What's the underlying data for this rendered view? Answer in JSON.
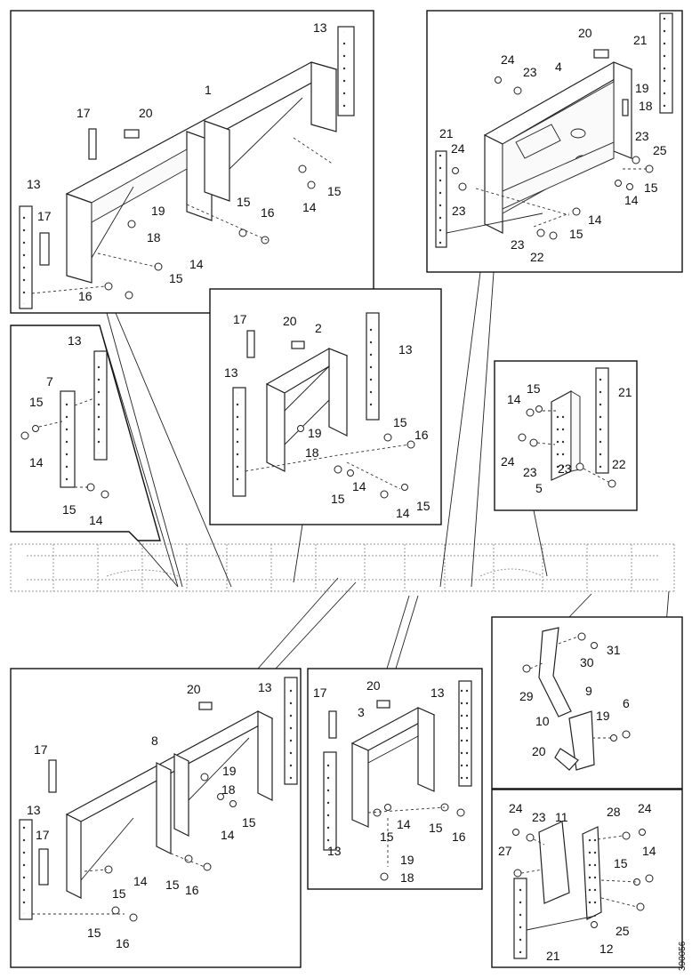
{
  "diagram_code": "390056",
  "callouts": {
    "p1": [
      "13",
      "1",
      "17",
      "20",
      "13",
      "17",
      "19",
      "18",
      "15",
      "16",
      "14",
      "15",
      "14",
      "15",
      "16"
    ],
    "p2": [
      "20",
      "21",
      "24",
      "23",
      "4",
      "19",
      "18",
      "21",
      "24",
      "23",
      "25",
      "15",
      "14",
      "23",
      "14",
      "15",
      "23",
      "22"
    ],
    "p3": [
      "13",
      "7",
      "15",
      "14",
      "15",
      "14"
    ],
    "p4": [
      "17",
      "20",
      "2",
      "13",
      "13",
      "19",
      "18",
      "15",
      "16",
      "14",
      "15",
      "14",
      "15"
    ],
    "p5": [
      "14",
      "15",
      "21",
      "24",
      "23",
      "23",
      "22",
      "5"
    ],
    "p6": [
      "31",
      "30",
      "29",
      "9",
      "10",
      "19",
      "6",
      "20"
    ],
    "p7": [
      "20",
      "13",
      "8",
      "17",
      "19",
      "18",
      "13",
      "17",
      "14",
      "15",
      "15",
      "14",
      "15",
      "16",
      "15",
      "16"
    ],
    "p8": [
      "17",
      "20",
      "13",
      "3",
      "15",
      "14",
      "15",
      "16",
      "13",
      "19",
      "18"
    ],
    "p9": [
      "24",
      "23",
      "11",
      "28",
      "24",
      "27",
      "14",
      "15",
      "25",
      "21",
      "12"
    ]
  }
}
